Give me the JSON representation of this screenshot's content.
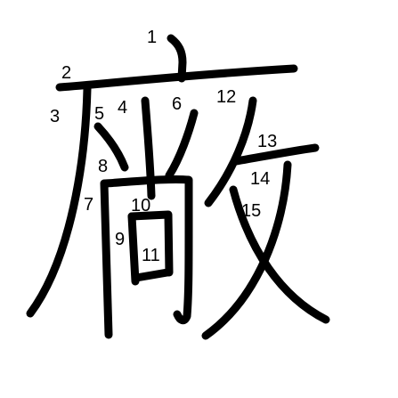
{
  "character": "廠",
  "stroke_color": "#000000",
  "background_color": "#ffffff",
  "stroke_numbers": [
    "1",
    "2",
    "3",
    "4",
    "5",
    "6",
    "7",
    "8",
    "9",
    "10",
    "11",
    "12",
    "13",
    "14",
    "15"
  ]
}
